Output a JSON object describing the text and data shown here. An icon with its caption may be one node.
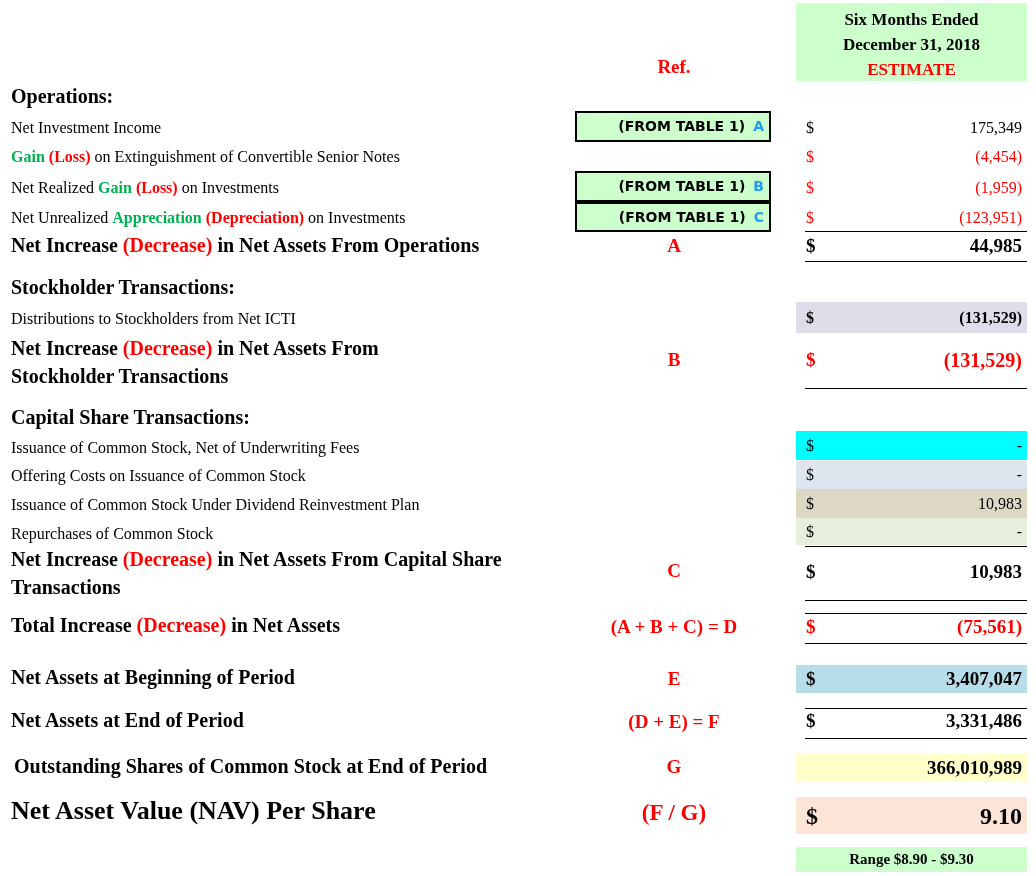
{
  "diagram": {
    "nodes": [
      {
        "text": [
          "Six Months Ended December 31, 2018",
          "ESTIMATE"
        ]
      },
      {
        "text": [
          "(FROM TABLE 1)",
          "A"
        ]
      },
      {
        "text": [
          "(FROM TABLE 1)",
          "B"
        ]
      },
      {
        "text": [
          "(FROM TABLE 1)",
          "C"
        ]
      },
      {
        "text": [
          "$",
          "(131,529)"
        ]
      },
      {
        "text": [
          "$",
          "-"
        ]
      },
      {
        "text": [
          "$",
          "-"
        ]
      },
      {
        "text": [
          "$",
          "10,983"
        ]
      },
      {
        "text": [
          "$",
          "-"
        ]
      },
      {
        "text": [
          "$",
          "3,407,047"
        ]
      },
      {
        "text": [
          "366,010,989"
        ]
      },
      {
        "text": [
          "$",
          "9.10"
        ]
      },
      {
        "text": [
          "Range $8.90 - $9.30"
        ]
      }
    ],
    "edges": [],
    "labels": [
      "Ref.",
      "Operations:",
      "Net Investment Income",
      "$",
      "175,349",
      "Gain",
      "(Loss)",
      "on Extinguishment of Convertible Senior Notes",
      "$",
      "(4,454)",
      "Net Realized",
      "Gain",
      "(Loss)",
      "on Investments",
      "$",
      "(1,959)",
      "Net Unrealized",
      "Appreciation",
      "(Depreciation)",
      "on Investments",
      "$",
      "(123,951)",
      "Net Increase",
      "(Decrease)",
      "in Net Assets From Operations",
      "A",
      "$",
      "44,985",
      "Stockholder Transactions:",
      "Distributions to Stockholders from Net ICTI",
      "Net Increase",
      "(Decrease)",
      "in Net Assets From Stockholder Transactions",
      "B",
      "$",
      "(131,529)",
      "Capital Share Transactions:",
      "Issuance of Common Stock, Net of Underwriting Fees",
      "Offering Costs on Issuance of Common Stock",
      "Issuance of Common Stock Under Dividend Reinvestment Plan",
      "Repurchases of Common Stock",
      "Net Increase",
      "(Decrease)",
      "in Net Assets From Capital Share Transactions",
      "C",
      "$",
      "10,983",
      "Total Increase",
      "(Decrease)",
      "in Net Assets",
      "(A + B + C) = D",
      "$",
      "(75,561)",
      "Net Assets at Beginning of Period",
      "E",
      "Net Assets at End of Period",
      "(D + E) = F",
      "$",
      "3,331,486",
      "Outstanding Shares of Common Stock at End of Period",
      "G",
      "Net Asset Value (NAV) Per Share",
      "(F / G)"
    ]
  }
}
